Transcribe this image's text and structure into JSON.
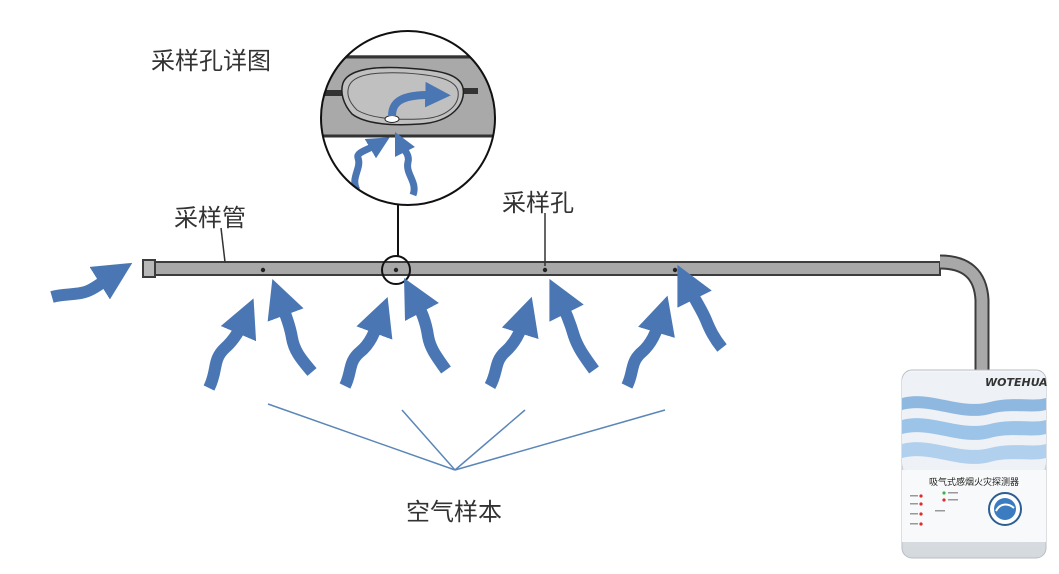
{
  "labels": {
    "detail_title": "采样孔详图",
    "pipe": "采样管",
    "hole": "采样孔",
    "air_sample": "空气样本"
  },
  "device": {
    "brand": "WOTEHUA",
    "title": "吸气式感烟火灾探测器"
  },
  "colors": {
    "arrow": "#4a77b4",
    "pipe_fill": "#a8a8a8",
    "pipe_stroke": "#3c3c3c",
    "detail_bg": "#a9a9a9",
    "fan_lines": "#5b86b8",
    "device_wave": "#8fb8e0",
    "led_red": "#e02b2b",
    "led_green": "#3ab54a"
  }
}
